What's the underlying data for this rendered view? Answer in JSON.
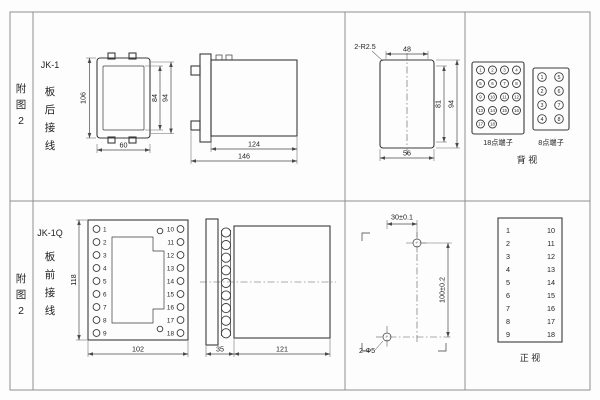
{
  "row1": {
    "fig": [
      "附",
      "图",
      "2"
    ],
    "model": "JK-1",
    "wiring": [
      "板",
      "后",
      "接",
      "线"
    ],
    "front": {
      "hOuter": "106",
      "hInner": "84",
      "hMid": "94",
      "wBottom": "60"
    },
    "side": {
      "wBody": "124",
      "wTotal": "146"
    },
    "cutout": {
      "corner": "2-R2.5",
      "wTop": "48",
      "hInner": "81",
      "hOuter": "94",
      "wBottom": "56"
    },
    "t18": [
      [
        "1",
        "2",
        "3",
        "4"
      ],
      [
        "5",
        "6",
        "7",
        "8"
      ],
      [
        "9",
        "10",
        "11",
        "12"
      ],
      [
        "13",
        "14",
        "15",
        "16"
      ],
      [
        "17",
        "18"
      ]
    ],
    "t8L": [
      "1",
      "2",
      "3",
      "4"
    ],
    "t8R": [
      "5",
      "6",
      "7",
      "8"
    ],
    "label18": "18点端子",
    "label8": "8点端子",
    "viewLabel": "背  视"
  },
  "row2": {
    "fig": [
      "附",
      "图",
      "2"
    ],
    "model": "JK-1Q",
    "wiring": [
      "板",
      "前",
      "接",
      "线"
    ],
    "front": {
      "height": "118",
      "width": "102",
      "leftTerms": [
        "1",
        "2",
        "3",
        "4",
        "5",
        "6",
        "7",
        "8",
        "9"
      ],
      "rightTerms": [
        "10",
        "11",
        "12",
        "13",
        "14",
        "15",
        "16",
        "17",
        "18"
      ]
    },
    "side": {
      "wFlange": "35",
      "wBody": "121"
    },
    "cutout": {
      "holeSpacingX": "30±0.1",
      "holeSpacingY": "100±0.2",
      "holes": "2-Φ5"
    },
    "table": {
      "left": [
        "1",
        "2",
        "3",
        "4",
        "5",
        "6",
        "7",
        "8",
        "9"
      ],
      "right": [
        "10",
        "11",
        "12",
        "13",
        "14",
        "15",
        "16",
        "17",
        "18"
      ],
      "viewLabel": "正  视"
    }
  }
}
